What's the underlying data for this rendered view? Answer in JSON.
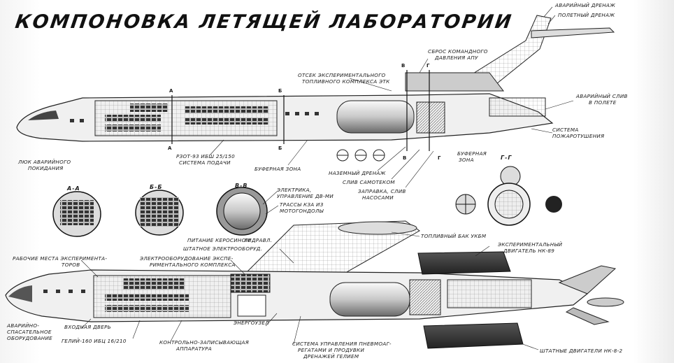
{
  "title": "КОМПОНОВКА ЛЕТЯЩЕЙ ЛАБОРАТОРИИ",
  "sections": {
    "aa": "А-А",
    "bb": "Б-Б",
    "vv": "В-В",
    "gg": "Г-Г"
  },
  "marks": {
    "a": "А",
    "b": "Б",
    "v": "В",
    "g": "Г"
  },
  "labels": {
    "avar_drenazh": "АВАРИЙНЫЙ ДРЕНАЖ",
    "polet_drenazh": "ПОЛЕТНЫЙ ДРЕНАЖ",
    "sbros_1": "СБРОС КОМАНДНОГО",
    "sbros_2": "ДАВЛЕНИЯ АПУ",
    "otsek_1": "ОТСЕК ЭКСПЕРИМЕНТАЛЬНОГО",
    "otsek_2": "ТОПЛИВНОГО КОМПЛЕКСА ЭТК",
    "avar_sliv_1": "АВАРИЙНЫЙ СЛИВ",
    "avar_sliv_2": "В ПОЛЕТЕ",
    "sistema_1": "СИСТЕМА",
    "sistema_2": "ПОЖАРОТУШЕНИЯ",
    "lyuk_1": "ЛЮК АВАРИЙНОГО",
    "lyuk_2": "ПОКИДАНИЯ",
    "rzot_1": "РЗОТ-93 ИБШ 25/150",
    "rzot_2": "СИСТЕМА ПОДАЧИ",
    "bufer_zona": "БУФЕРНАЯ ЗОНА",
    "bufer_zona2_1": "БУФЕРНАЯ",
    "bufer_zona2_2": "ЗОНА",
    "nazem_drenazh": "НАЗЕМНЫЙ ДРЕНАЖ",
    "sliv_samotekom": "СЛИВ САМОТЕКОМ",
    "zapravka_1": "ЗАПРАВКА, СЛИВ",
    "zapravka_2": "НАСОСАМИ",
    "elektrika_1": "ЭЛЕКТРИКА,",
    "elektrika_2": "УПРАВЛЕНИЕ ДВ-МИ",
    "trassy_1": "ТРАССЫ КЗА ИЗ",
    "trassy_2": "МОТОГОНДОЛЫ",
    "pitanie": "ПИТАНИЕ КЕРОСИНОМ",
    "gidravl": "ГИДРАВЛ.",
    "toplivny_bak": "ТОПЛИВНЫЙ БАК УКБМ",
    "shtatnoe_elektro": "ШТАТНОЕ ЭЛЕКТРООБОРУД.",
    "rabochie_1": "РАБОЧИЕ МЕСТА ЭКСПЕРИМЕНТА-",
    "rabochie_2": "ТОРОВ",
    "elektroob_1": "ЭЛЕКТРООБОРУДОВАНИЕ ЭКСПЕ-",
    "elektroob_2": "РИМЕНТАЛЬНОГО КОМПЛЕКСА",
    "eksp_dvig_1": "ЭКСПЕРИМЕНТАЛЬНЫЙ",
    "eksp_dvig_2": "ДВИГАТЕЛЬ НК-89",
    "avar_spas_1": "АВАРИЙНО-",
    "avar_spas_2": "СПАСАТЕЛЬНОЕ",
    "avar_spas_3": "ОБОРУДОВАНИЕ",
    "vkhodnaya": "ВХОДНАЯ ДВЕРЬ",
    "geliy": "ГЕЛИЙ-160 ИБЦ 16/210",
    "kontrol_1": "КОНТРОЛЬНО-ЗАПИСЫВАЮЩАЯ",
    "kontrol_2": "АППАРАТУРА",
    "energouzel": "ЭНЕРГОУЗЕЛ",
    "sistema_upr_1": "СИСТЕМА УПРАВЛЕНИЯ ПНЕВМОАГ-",
    "sistema_upr_2": "РЕГАТАМИ И ПРОДУВКИ",
    "sistema_upr_3": "ДРЕНАЖЕЙ ГЕЛИЕМ",
    "shtatnye_dvig": "ШТАТНЫЕ ДВИГАТЕЛИ НК-8-2"
  }
}
